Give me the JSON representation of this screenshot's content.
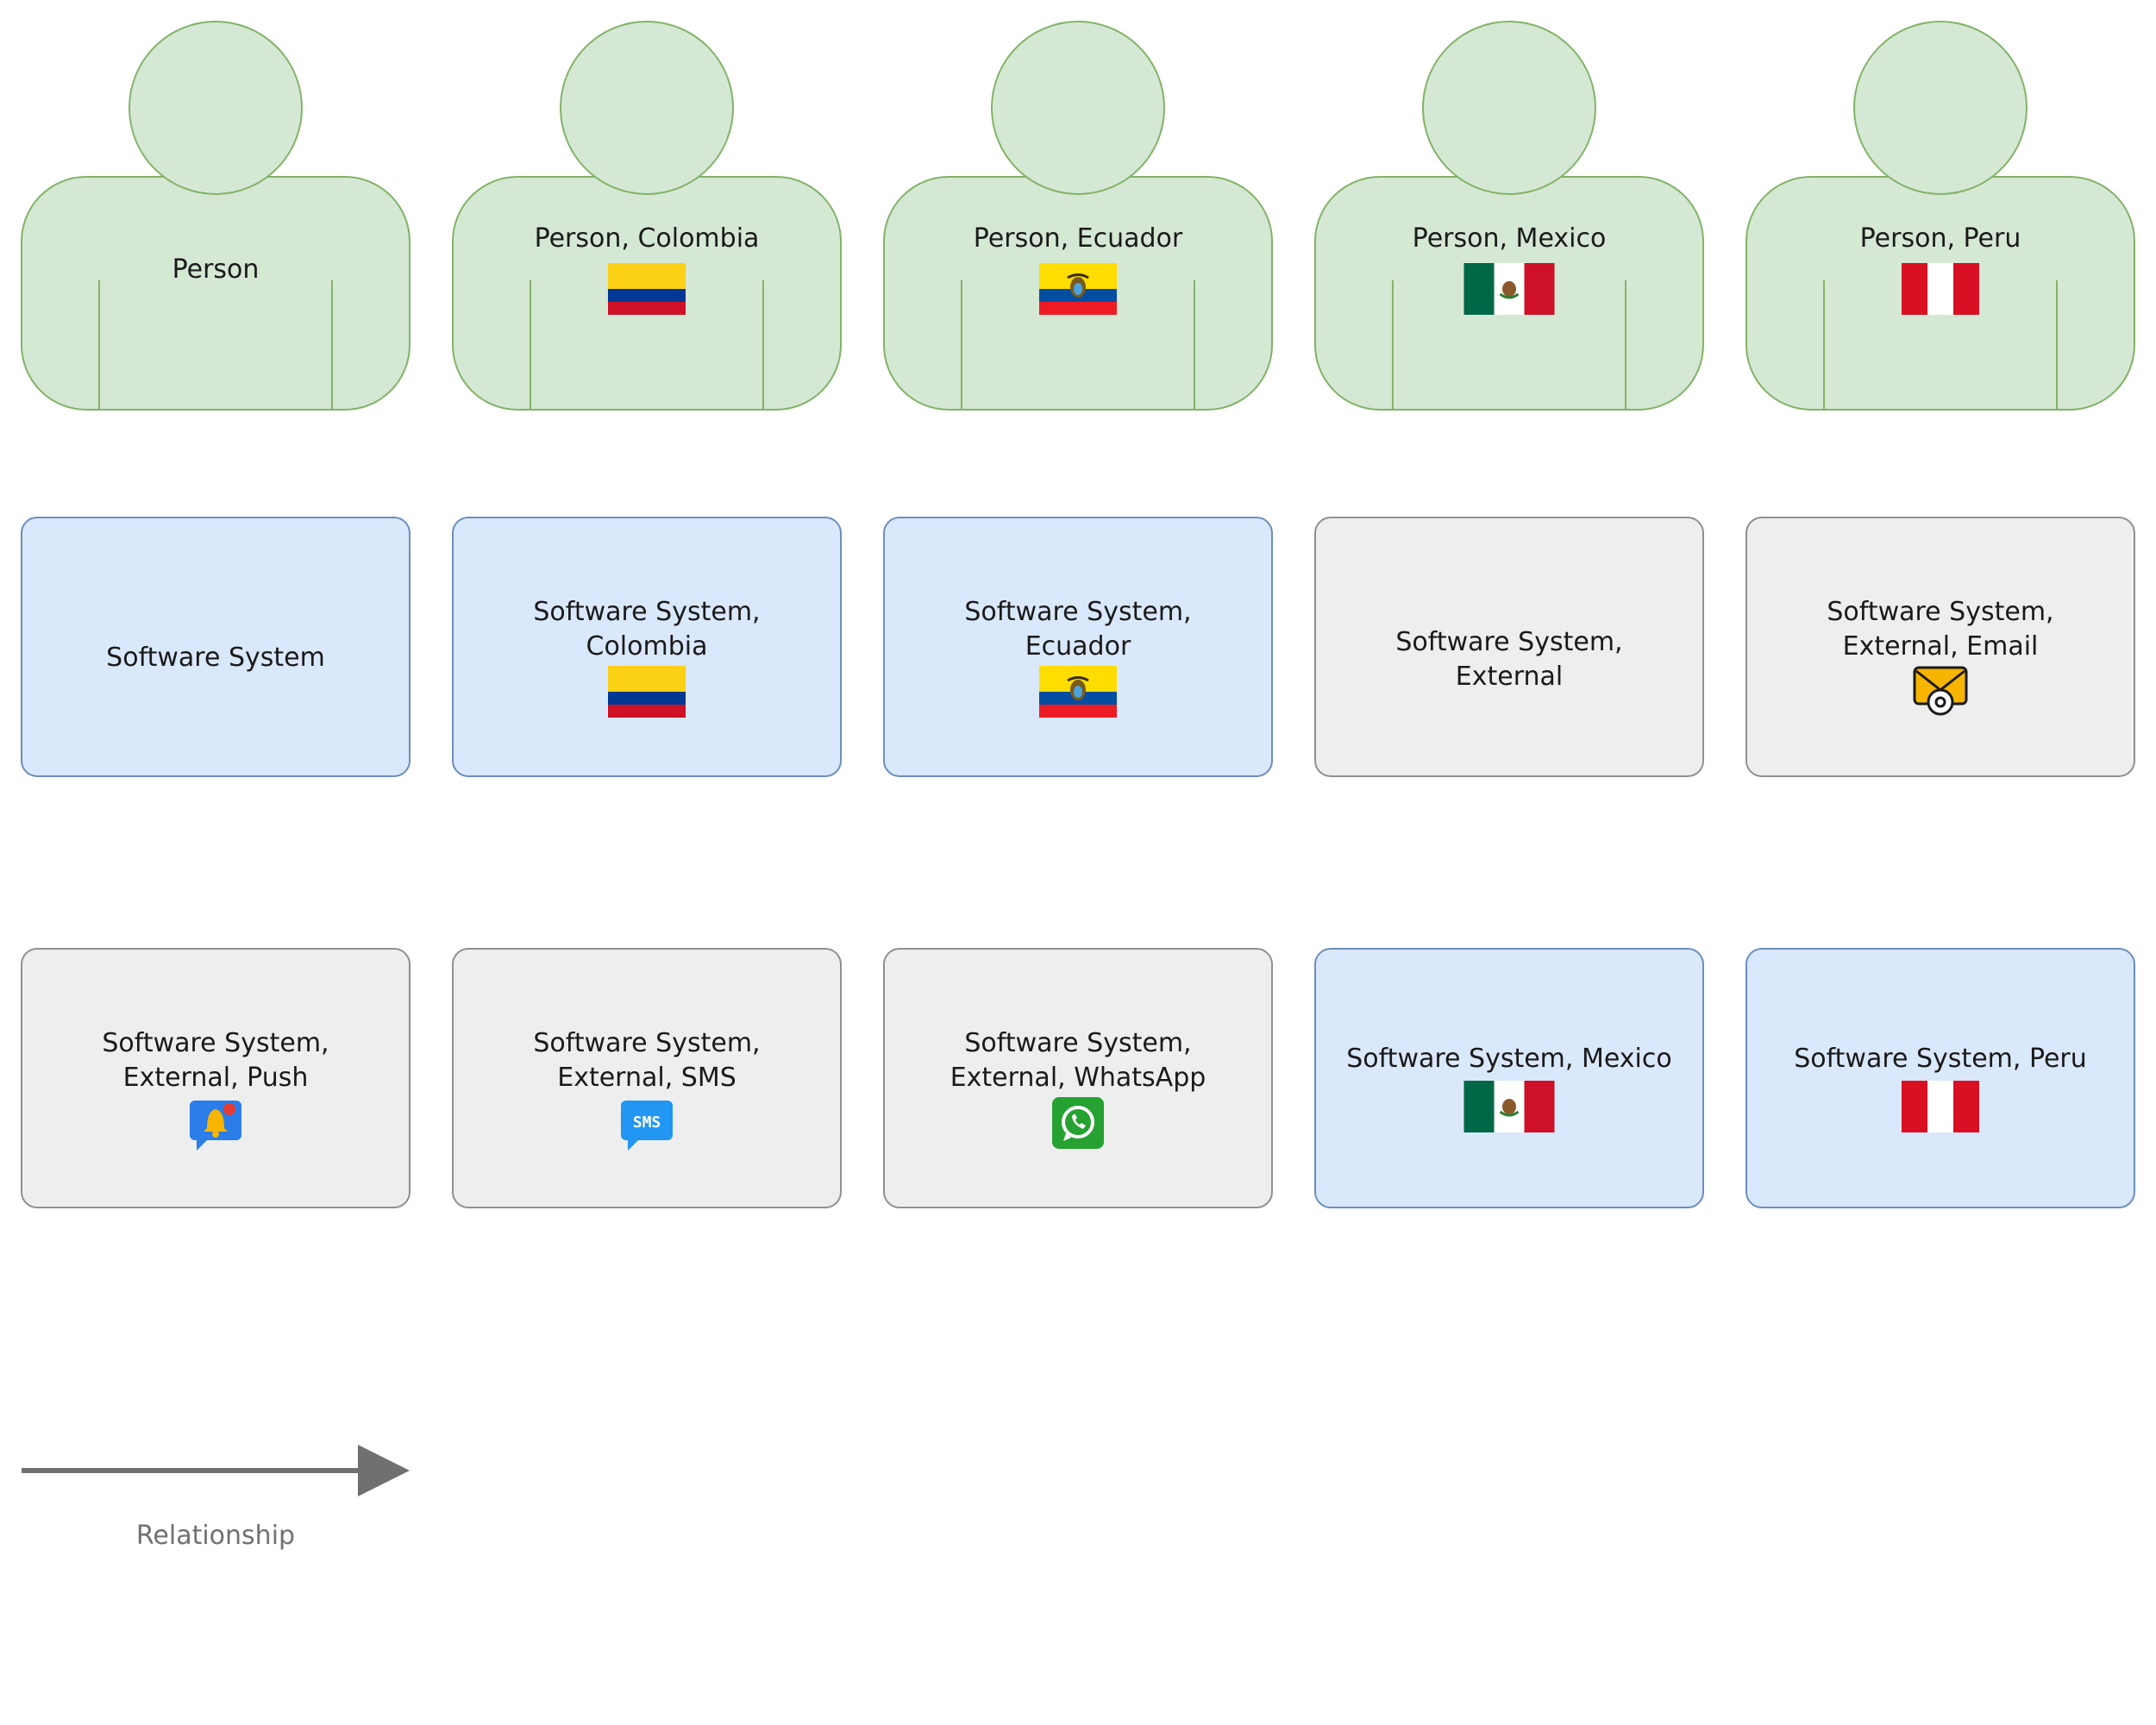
{
  "legend": {
    "persons": [
      {
        "id": "person",
        "label": "Person",
        "flag": null,
        "fill": "#d5e8d4",
        "stroke": "#82b366"
      },
      {
        "id": "person-colombia",
        "label": "Person, Colombia",
        "flag": "colombia-flag",
        "fill": "#d5e8d4",
        "stroke": "#82b366"
      },
      {
        "id": "person-ecuador",
        "label": "Person, Ecuador",
        "flag": "ecuador-flag",
        "fill": "#d5e8d4",
        "stroke": "#82b366"
      },
      {
        "id": "person-mexico",
        "label": "Person, Mexico",
        "flag": "mexico-flag",
        "fill": "#d5e8d4",
        "stroke": "#82b366"
      },
      {
        "id": "person-peru",
        "label": "Person, Peru",
        "flag": "peru-flag",
        "fill": "#d5e8d4",
        "stroke": "#82b366"
      }
    ],
    "systems": [
      {
        "id": "software-system",
        "lines": [
          "Software System"
        ],
        "icon": null,
        "fill": "#dae8fc",
        "stroke": "#6c8ebf"
      },
      {
        "id": "software-system-colombia",
        "lines": [
          "Software System,",
          "Colombia"
        ],
        "icon": "colombia-flag",
        "fill": "#dae8fc",
        "stroke": "#6c8ebf"
      },
      {
        "id": "software-system-ecuador",
        "lines": [
          "Software System,",
          "Ecuador"
        ],
        "icon": "ecuador-flag",
        "fill": "#dae8fc",
        "stroke": "#6c8ebf"
      },
      {
        "id": "software-system-external",
        "lines": [
          "Software System,",
          "External"
        ],
        "icon": null,
        "fill": "#eeeeee",
        "stroke": "#909090"
      },
      {
        "id": "software-system-external-email",
        "lines": [
          "Software System,",
          "External, Email"
        ],
        "icon": "email-icon",
        "fill": "#eeeeee",
        "stroke": "#909090"
      },
      {
        "id": "software-system-external-push",
        "lines": [
          "Software System,",
          "External, Push"
        ],
        "icon": "push-notification-icon",
        "fill": "#eeeeee",
        "stroke": "#909090"
      },
      {
        "id": "software-system-external-sms",
        "lines": [
          "Software System,",
          "External, SMS"
        ],
        "icon": "sms-icon",
        "fill": "#eeeeee",
        "stroke": "#909090"
      },
      {
        "id": "software-system-external-whatsapp",
        "lines": [
          "Software System,",
          "External, WhatsApp"
        ],
        "icon": "whatsapp-icon",
        "fill": "#eeeeee",
        "stroke": "#909090"
      },
      {
        "id": "software-system-mexico",
        "lines": [
          "Software System, Mexico"
        ],
        "icon": "mexico-flag",
        "fill": "#dae8fc",
        "stroke": "#6c8ebf"
      },
      {
        "id": "software-system-peru",
        "lines": [
          "Software System, Peru"
        ],
        "icon": "peru-flag",
        "fill": "#dae8fc",
        "stroke": "#6c8ebf"
      }
    ],
    "relationship": {
      "label": "Relationship",
      "color": "#707070"
    }
  },
  "flag_colors": {
    "colombia": [
      "#fcd116",
      "#003893",
      "#ce1126"
    ],
    "ecuador": [
      "#ffdd00",
      "#034ea2",
      "#ed1c24"
    ],
    "mexico": [
      "#006847",
      "#ffffff",
      "#ce1126"
    ],
    "peru": [
      "#d91023",
      "#ffffff",
      "#d91023"
    ]
  },
  "icon_colors": {
    "email": "#f7b500",
    "push": "#2b7de9",
    "sms": "#2196f3",
    "whatsapp": "#25a231"
  }
}
